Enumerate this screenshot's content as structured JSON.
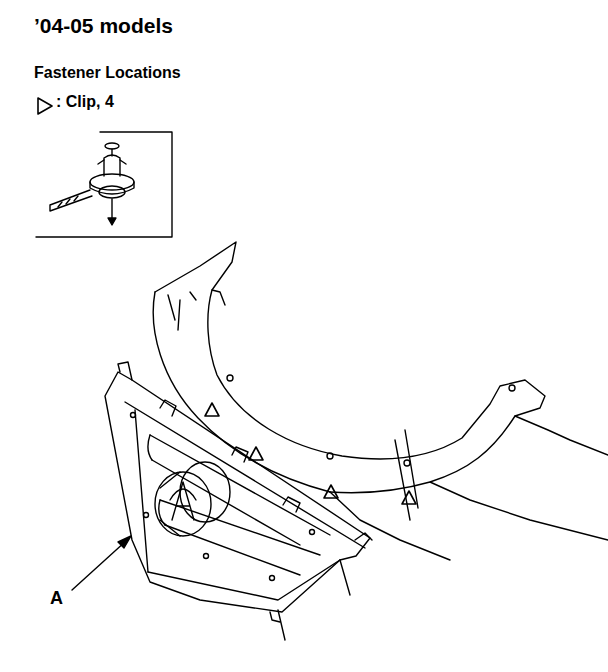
{
  "diagram": {
    "title": "’04-05 models",
    "labels": [
      "Fastener Locations",
      ": Clip, 4",
      "A"
    ]
  }
}
